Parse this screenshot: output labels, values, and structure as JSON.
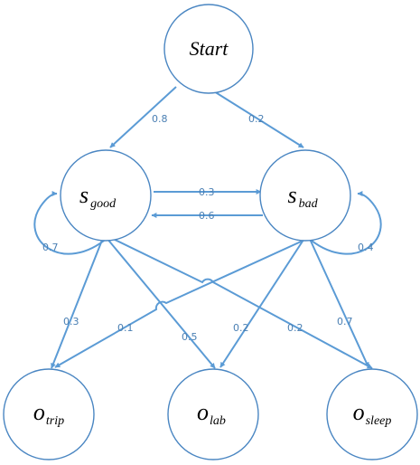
{
  "nodes": {
    "start": {
      "label": "Start"
    },
    "s_good": {
      "base": "s",
      "sub": "good"
    },
    "s_bad": {
      "base": "s",
      "sub": "bad"
    },
    "o_trip": {
      "base": "o",
      "sub": "trip"
    },
    "o_lab": {
      "base": "o",
      "sub": "lab"
    },
    "o_sleep": {
      "base": "o",
      "sub": "sleep"
    }
  },
  "edges": {
    "start_good": "0.8",
    "start_bad": "0.2",
    "good_bad": "0.3",
    "bad_good": "0.6",
    "good_self": "0.7",
    "bad_self": "0.4",
    "good_trip": "0.3",
    "good_lab": "0.5",
    "good_sleep": "0.2",
    "bad_trip": "0.1",
    "bad_lab": "0.2",
    "bad_sleep": "0.7"
  },
  "colors": {
    "edge": "#5b9bd5",
    "node_border": "#4a86c2",
    "edge_label": "#4a7fb3"
  }
}
